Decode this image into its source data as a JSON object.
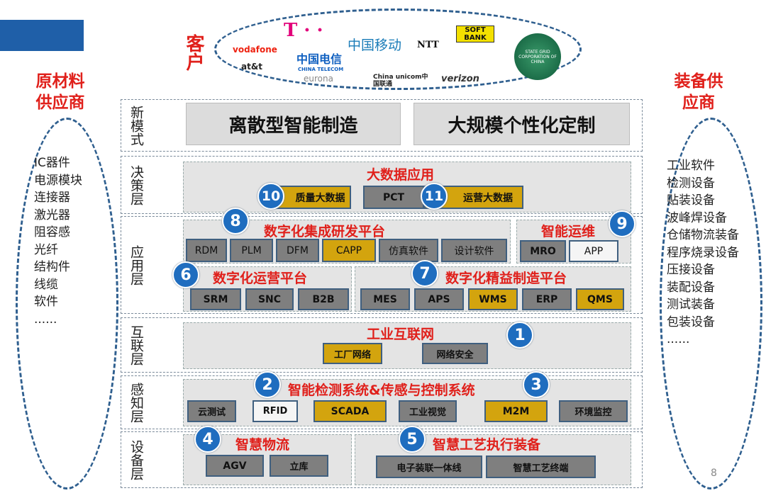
{
  "customer": {
    "label": "客户",
    "logos": [
      "vodafone",
      "T · ·",
      "中国移动",
      "NTT",
      "SOFT BANK",
      "at&t",
      "中国电信",
      "CHINA TELECOM",
      "eurona",
      "China unicom中国联通",
      "verizon",
      "STATE GRID CORPORATION OF CHINA"
    ]
  },
  "raw_suppliers": {
    "title": "原材料供应商",
    "items": [
      "IC器件",
      "电源模块",
      "连接器",
      "激光器",
      "阻容感",
      "光纤",
      "结构件",
      "线缆",
      "软件",
      "......"
    ]
  },
  "equip_suppliers": {
    "title": "装备供应商",
    "items": [
      "工业软件",
      "检测设备",
      "贴装设备",
      "波峰焊设备",
      "仓储物流装备",
      "程序烧录设备",
      "压接设备",
      "装配设备",
      "测试装备",
      "包装设备",
      "......"
    ]
  },
  "layers": [
    "新模式",
    "决策层",
    "应用层",
    "互联层",
    "感知层",
    "设备层"
  ],
  "new_mode": [
    "离散型智能制造",
    "大规模个性化定制"
  ],
  "decision": {
    "title": "大数据应用",
    "boxes": [
      "质量大数据",
      "PCT",
      "运营大数据"
    ],
    "nums": [
      "10",
      "11"
    ]
  },
  "app": {
    "rd": {
      "num": "8",
      "title": "数字化集成研发平台",
      "boxes": [
        "RDM",
        "PLM",
        "DFM",
        "CAPP",
        "仿真软件",
        "设计软件"
      ]
    },
    "om": {
      "num": "9",
      "title": "智能运维",
      "boxes": [
        "MRO",
        "APP"
      ]
    },
    "ops": {
      "num": "6",
      "title": "数字化运营平台",
      "boxes": [
        "SRM",
        "SNC",
        "B2B"
      ]
    },
    "lean": {
      "num": "7",
      "title": "数字化精益制造平台",
      "boxes": [
        "MES",
        "APS",
        "WMS",
        "ERP",
        "QMS"
      ]
    }
  },
  "internet": {
    "num": "1",
    "title": "工业互联网",
    "boxes": [
      "工厂网络",
      "网络安全"
    ]
  },
  "sensing": {
    "nums": [
      "2",
      "3"
    ],
    "title": "智能检测系统&传感与控制系统",
    "boxes": [
      "云测试",
      "RFID",
      "SCADA",
      "工业视觉",
      "M2M",
      "环境监控"
    ]
  },
  "device": {
    "logistics": {
      "num": "4",
      "title": "智慧物流",
      "boxes": [
        "AGV",
        "立库"
      ]
    },
    "process": {
      "num": "5",
      "title": "智慧工艺执行装备",
      "boxes": [
        "电子装联一体线",
        "智慧工艺终端"
      ]
    }
  },
  "page_number": "8"
}
